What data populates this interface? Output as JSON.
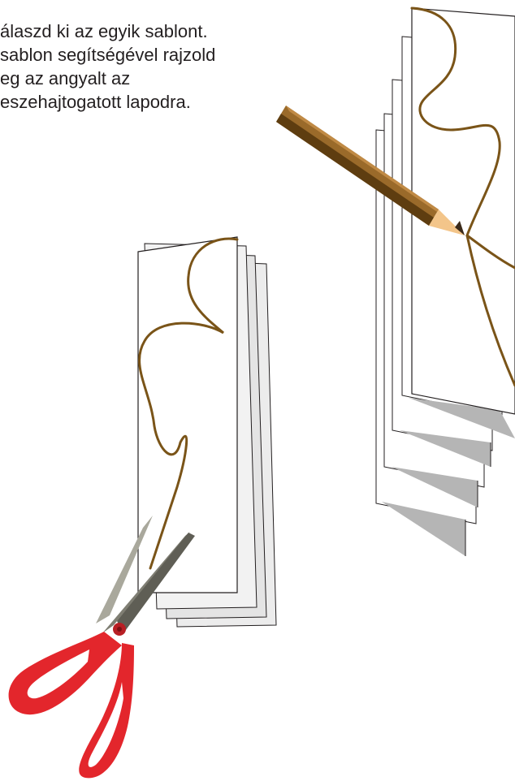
{
  "instruction": {
    "lines": [
      "álaszd ki az egyik sablont.",
      "sablon segítségével rajzold",
      "eg az angyalt az",
      "eszehajtogatott lapodra."
    ]
  },
  "colors": {
    "text": "#231f20",
    "outline": "#7a5418",
    "paper_edge": "#231f20",
    "paper_shadow": "#b5b5b5",
    "pencil_body": "#9a6a2a",
    "pencil_tip": "#f3c58a",
    "scissors_handle": "#e3262c",
    "scissors_blade": "#a9a89c",
    "scissors_pivot": "#b81f25"
  },
  "icons": {
    "pencil": "pencil-icon",
    "scissors": "scissors-icon"
  }
}
